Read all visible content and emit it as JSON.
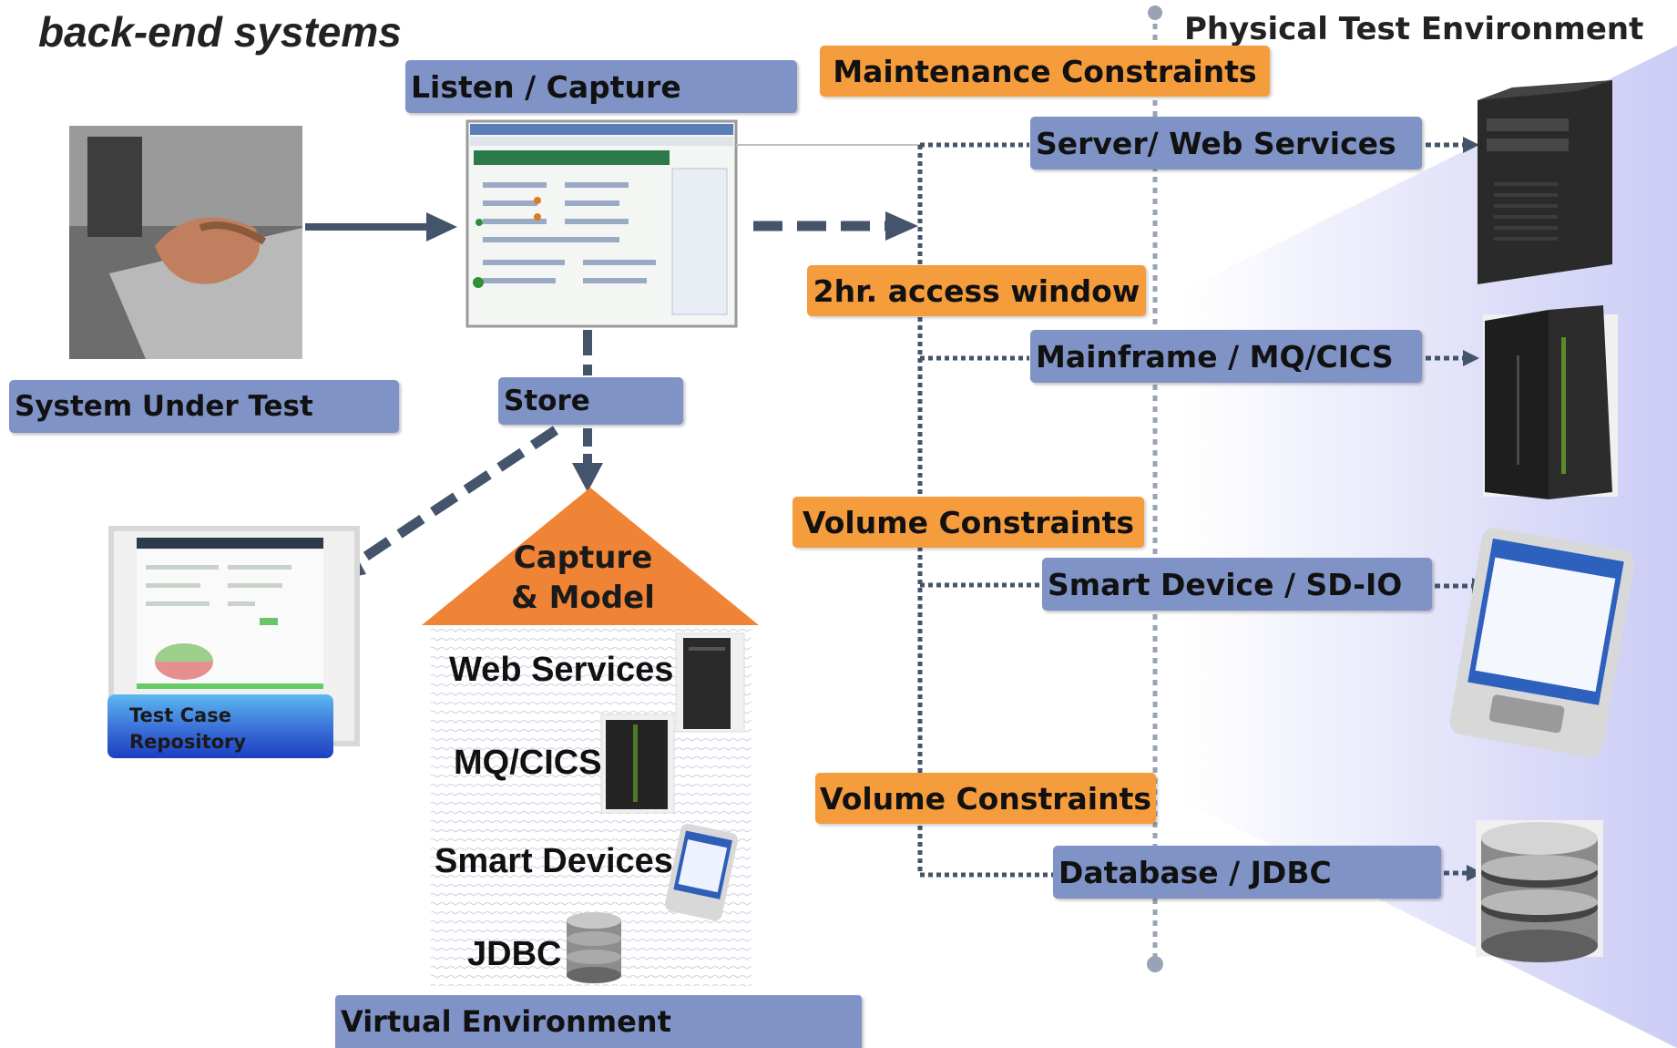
{
  "title": "back-end systems",
  "physical_env_title": "Physical Test Environment",
  "labels": {
    "listen_capture": "Listen / Capture",
    "system_under_test": "System Under Test",
    "store": "Store",
    "capture_model_line1": "Capture",
    "capture_model_line2": "& Model",
    "test_case_repo_line1": "Test Case",
    "test_case_repo_line2": "Repository",
    "virtual_environment": "Virtual Environment"
  },
  "virtual_services": [
    "Web Services",
    "MQ/CICS",
    "Smart Devices",
    "JDBC"
  ],
  "constraints": [
    "Maintenance Constraints",
    "2hr. access window",
    "Volume Constraints",
    "Volume Constraints"
  ],
  "physical_systems": [
    "Server/ Web Services",
    "Mainframe / MQ/CICS",
    "Smart Device / SD-IO",
    "Database / JDBC"
  ],
  "colors": {
    "label_blue": "#8093c6",
    "constraint_orange": "#f59c3d",
    "arrow": "#44546a",
    "physical_panel": "#c9c9f5"
  },
  "icons": [
    "laptop-typing-photo",
    "app-screenshot-icon",
    "repository-screenshot-icon",
    "server-tower-icon",
    "mainframe-icon",
    "smart-device-icon",
    "database-icon"
  ]
}
